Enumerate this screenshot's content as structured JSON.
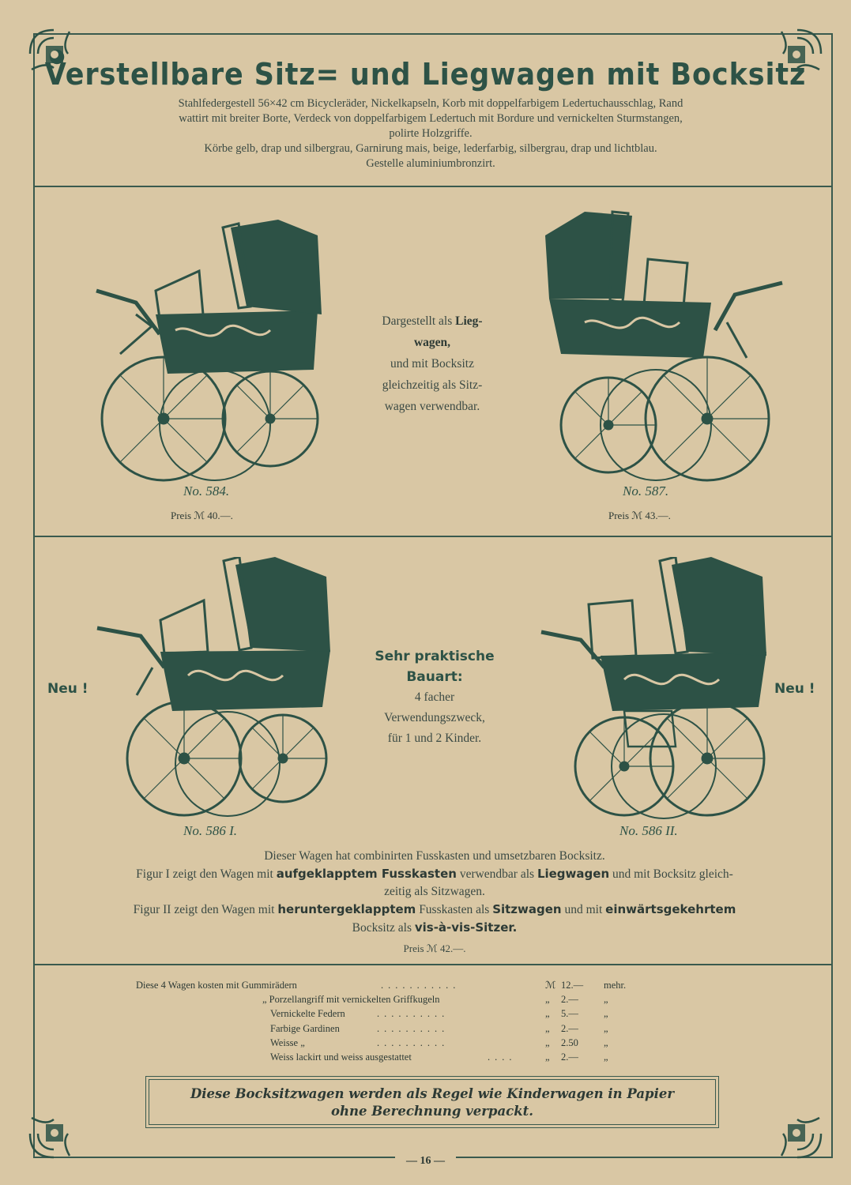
{
  "title": "Verstellbare Sitz= und Liegwagen mit Bocksitz",
  "intro": {
    "line1": "Stahlfedergestell 56×42 cm Bicycleräder, Nickelkapseln, Korb mit doppelfarbigem Ledertuchausschlag, Rand",
    "line2": "wattirt mit breiter Borte, Verdeck von doppelfarbigem Ledertuch mit Bordure und vernickelten Sturmstangen,",
    "line3": "polirte Holzgriffe.",
    "line4": "Körbe gelb, drap und silbergrau, Garnirung mais, beige, lederfarbig, silbergrau, drap und lichtblau.",
    "line5": "Gestelle aluminiumbronzirt."
  },
  "section1": {
    "center_lines": [
      "Dargestellt als ",
      "Lieg-",
      "wagen,",
      "und mit Bocksitz",
      "gleichzeitig als Sitz-",
      "wagen verwendbar."
    ],
    "left": {
      "number": "No. 584.",
      "price": "Preis ℳ 40.—."
    },
    "right": {
      "number": "No. 587.",
      "price": "Preis ℳ 43.—."
    }
  },
  "section2": {
    "heading1": "Sehr praktische",
    "heading2": "Bauart:",
    "lines": [
      "4 facher",
      "Verwendungszweck,",
      "für 1 und 2 Kinder."
    ],
    "neu_left": "Neu !",
    "neu_right": "Neu !",
    "left_number": "No. 586 I.",
    "right_number": "No. 586 II."
  },
  "description": {
    "line1": "Dieser Wagen hat combinirten Fusskasten und umsetzbaren Bocksitz.",
    "fig1_a": "Figur I zeigt den Wagen mit ",
    "fig1_b": "aufgeklapptem Fusskasten",
    "fig1_c": " verwendbar als ",
    "fig1_d": "Liegwagen",
    "fig1_e": " und mit Bocksitz gleich-",
    "fig1_f": "zeitig als Sitzwagen.",
    "fig2_a": "Figur II zeigt den Wagen mit ",
    "fig2_b": "heruntergeklapptem",
    "fig2_c": " Fusskasten als ",
    "fig2_d": "Sitzwagen",
    "fig2_e": " und mit ",
    "fig2_f": "einwärtsgekehrtem",
    "fig2_g": "Bocksitz als ",
    "fig2_h": "vis-à-vis-Sitzer.",
    "price": "Preis ℳ 42.—."
  },
  "price_table": {
    "rows": [
      {
        "label": "Diese 4 Wagen kosten mit Gummirädern",
        "dots": "...........",
        "currency": "ℳ",
        "amount": "12.—",
        "suffix": "mehr."
      },
      {
        "label": "„ Porzellangriff mit vernickelten Griffkugeln",
        "dots": "",
        "currency": "„",
        "amount": "2.—",
        "suffix": "„"
      },
      {
        "label": "Vernickelte Federn",
        "dots": "..........",
        "currency": "„",
        "amount": "5.—",
        "suffix": "„"
      },
      {
        "label": "Farbige Gardinen",
        "dots": "..........",
        "currency": "„",
        "amount": "2.—",
        "suffix": "„"
      },
      {
        "label": "Weisse „",
        "dots": "..........",
        "currency": "„",
        "amount": "2.50",
        "suffix": "„"
      },
      {
        "label": "Weiss lackirt und weiss ausgestattet",
        "dots": "....",
        "currency": "„",
        "amount": "2.—",
        "suffix": "„"
      }
    ]
  },
  "notice": {
    "line1": "Diese Bocksitzwagen werden als Regel wie Kinderwagen in Papier",
    "line2": "ohne Berechnung verpackt."
  },
  "page_number": "— 16 —",
  "colors": {
    "paper": "#d9c7a4",
    "ink": "#2d5246",
    "text": "#3b4a44"
  }
}
